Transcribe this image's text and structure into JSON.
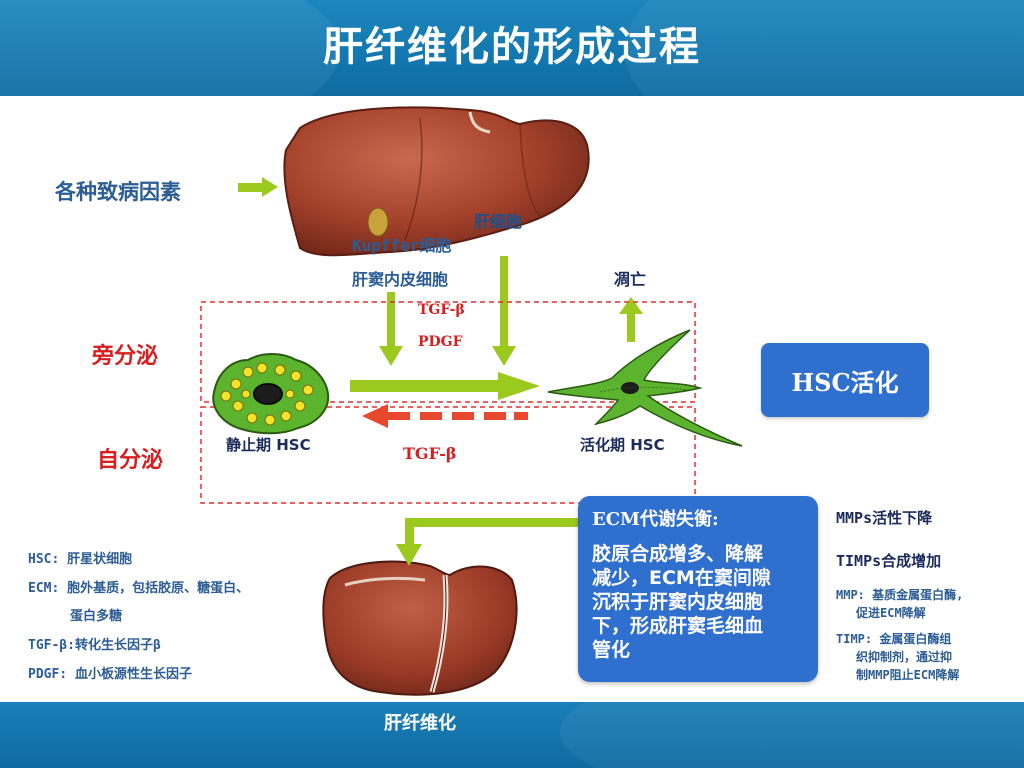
{
  "title": "肝纤维化的形成过程",
  "footer_label": "肝纤维化",
  "labels": {
    "causes": "各种致病因素",
    "hepatocyte": "肝细胞",
    "kupffer": "Kupffer细胞",
    "sinusoid_endo": "肝窦内皮细胞",
    "apoptosis": "凋亡",
    "tgf_top": "TGF-β",
    "pdgf": "PDGF",
    "paracrine": "旁分泌",
    "autocrine": "自分泌",
    "quiescent_hsc": "静止期 HSC",
    "activated_hsc": "活化期 HSC",
    "tgf_bottom": "TGF-β"
  },
  "hsc_activation_box": "HSC活化",
  "ecm_box": {
    "title": "ECM代谢失衡:",
    "lines": [
      "胶原合成增多、降解",
      "减少，ECM在窦间隙",
      "沉积于肝窦内皮细胞",
      "下，形成肝窦毛细血",
      "管化"
    ]
  },
  "right_notes": {
    "mmps": "MMPs活性下降",
    "timps": "TIMPs合成增加",
    "mmp_def": [
      "MMP: 基质金属蛋白酶,",
      "促进ECM降解"
    ],
    "timp_def": [
      "TIMP: 金属蛋白酶组",
      "织抑制剂，通过抑",
      "制MMP阻止ECM降解"
    ]
  },
  "glossary": {
    "hsc": "HSC: 肝星状细胞",
    "ecm_1": "ECM: 胞外基质，包括胶原、糖蛋白、",
    "ecm_2": "蛋白多糖",
    "tgf": "TGF-β:转化生长因子β",
    "pdgf": "PDGF: 血小板源性生长因子"
  },
  "colors": {
    "header_blue": "#1478b0",
    "box_blue": "#2f6fce",
    "arrow_green": "#9cc91e",
    "dashed_red": "#e02b2b",
    "liver_red": "#a5422c",
    "cell_green": "#5cb42e"
  }
}
